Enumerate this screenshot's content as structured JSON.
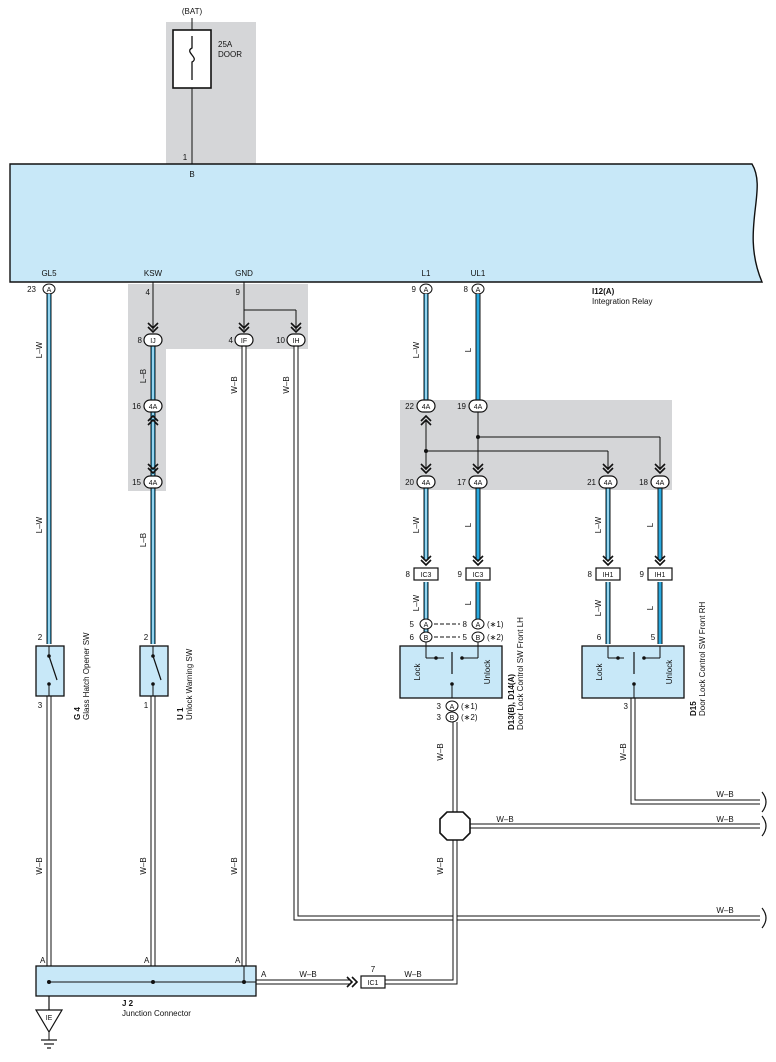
{
  "fuse": {
    "bat_label": "(BAT)",
    "rating": "25A",
    "name": "DOOR",
    "pin": "1",
    "terminal": "B"
  },
  "relay": {
    "ref": "I12(A)",
    "name": "Integration Relay",
    "terminals": [
      "GL5",
      "KSW",
      "GND",
      "L1",
      "UL1"
    ],
    "pins": [
      "23",
      "4",
      "9",
      "9",
      "8"
    ],
    "connector_letter": "A"
  },
  "junction_blocks": {
    "ij": {
      "pin": "8",
      "code": "IJ"
    },
    "if": {
      "pin": "4",
      "code": "IF"
    },
    "ih": {
      "pin": "10",
      "code": "IH"
    },
    "u4a_16": {
      "pin": "16",
      "code": "4A"
    },
    "u4a_15": {
      "pin": "15",
      "code": "4A"
    },
    "r4a_22": {
      "pin": "22",
      "code": "4A"
    },
    "r4a_19": {
      "pin": "19",
      "code": "4A"
    },
    "r4a_20": {
      "pin": "20",
      "code": "4A"
    },
    "r4a_17": {
      "pin": "17",
      "code": "4A"
    },
    "r4a_21": {
      "pin": "21",
      "code": "4A"
    },
    "r4a_18": {
      "pin": "18",
      "code": "4A"
    }
  },
  "wire_colors": {
    "lw": "L–W",
    "lb": "L–B",
    "wb": "W–B",
    "l": "L"
  },
  "connectors": {
    "ic3_a": {
      "pin": "8",
      "code": "IC3"
    },
    "ic3_b": {
      "pin": "9",
      "code": "IC3"
    },
    "ih1_a": {
      "pin": "8",
      "code": "IH1"
    },
    "ih1_b": {
      "pin": "9",
      "code": "IH1"
    },
    "ic1": {
      "pin": "7",
      "code": "IC1"
    }
  },
  "g4": {
    "ref": "G 4",
    "name": "Glass Hatch Opener SW",
    "pin_top": "2",
    "pin_bottom": "3"
  },
  "u1": {
    "ref": "U 1",
    "name": "Unlock Warning SW",
    "pin_top": "2",
    "pin_bottom": "1"
  },
  "d13": {
    "ref": "D13(B), D14(A)",
    "name": "Door Lock Control SW Front LH",
    "pin5": "5",
    "pin6": "6",
    "conn_a": "A",
    "conn_b": "B",
    "pin8": "8",
    "pin5b": "5",
    "note1": "(∗1)",
    "note2": "(∗2)",
    "lock": "Lock",
    "unlock": "Unlock",
    "pin3a": "3",
    "pin3b": "3"
  },
  "d15": {
    "ref": "D15",
    "name": "Door Lock Control SW Front RH",
    "pin6": "6",
    "pin5": "5",
    "lock": "Lock",
    "unlock": "Unlock",
    "pin3": "3"
  },
  "j2": {
    "ref": "J 2",
    "name": "Junction Connector",
    "pin_a": "A"
  },
  "ground": {
    "code": "IE"
  }
}
